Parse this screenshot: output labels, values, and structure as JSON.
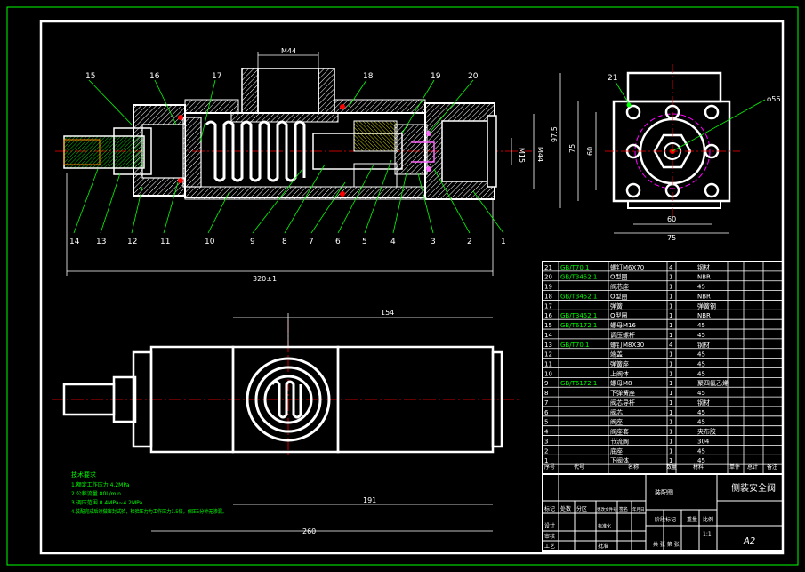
{
  "dims": {
    "m44_top": "M44",
    "len_320": "320±1",
    "m44_right": "M44",
    "g15_right": "M15",
    "h97_5": "97.5",
    "h75": "75",
    "h60": "60",
    "w60": "60",
    "w75": "75",
    "phi56": "φ56",
    "len_154": "154",
    "len_191": "191",
    "len_260": "260"
  },
  "callouts_top": [
    "15",
    "16",
    "17",
    "18",
    "19",
    "20"
  ],
  "callouts_bottom": [
    "14",
    "13",
    "12",
    "11",
    "10",
    "9",
    "8",
    "7",
    "6",
    "5",
    "4",
    "3",
    "2",
    "1"
  ],
  "callout_side": "21",
  "tech_notes": {
    "title": "技术要求",
    "lines": [
      "1.额定工作压力  4.2MPa",
      "2.公称流量  80L/min",
      "3.调压范围  0.4MPa~4.2MPa",
      "4.装配完成后须做密封试验，检验压力为工作压力1.5倍，保压5分钟无渗漏。"
    ]
  },
  "bom": [
    {
      "no": "21",
      "std": "GB/T70.1",
      "name": "螺钉M6X70",
      "qty": "4",
      "mat": "钢材"
    },
    {
      "no": "20",
      "std": "GB/T3452.1",
      "name": "O型圈",
      "qty": "1",
      "mat": "NBR"
    },
    {
      "no": "19",
      "std": "",
      "name": "阀芯座",
      "qty": "1",
      "mat": "45"
    },
    {
      "no": "18",
      "std": "GB/T3452.1",
      "name": "O型圈",
      "qty": "1",
      "mat": "NBR"
    },
    {
      "no": "17",
      "std": "",
      "name": "弹簧",
      "qty": "1",
      "mat": "弹簧钢"
    },
    {
      "no": "16",
      "std": "GB/T3452.1",
      "name": "O型圈",
      "qty": "1",
      "mat": "NBR"
    },
    {
      "no": "15",
      "std": "GB/T6172.1",
      "name": "螺母M16",
      "qty": "1",
      "mat": "45"
    },
    {
      "no": "14",
      "std": "",
      "name": "调压螺杆",
      "qty": "1",
      "mat": "45"
    },
    {
      "no": "13",
      "std": "GB/T70.1",
      "name": "螺钉M8X30",
      "qty": "4",
      "mat": "钢材"
    },
    {
      "no": "12",
      "std": "",
      "name": "端盖",
      "qty": "1",
      "mat": "45"
    },
    {
      "no": "11",
      "std": "",
      "name": "弹簧座",
      "qty": "1",
      "mat": "45"
    },
    {
      "no": "10",
      "std": "",
      "name": "上阀体",
      "qty": "1",
      "mat": "45"
    },
    {
      "no": "9",
      "std": "GB/T6172.1",
      "name": "螺母M8",
      "qty": "1",
      "mat": "聚四氟乙烯"
    },
    {
      "no": "8",
      "std": "",
      "name": "下弹簧座",
      "qty": "1",
      "mat": "45"
    },
    {
      "no": "7",
      "std": "",
      "name": "阀芯导杆",
      "qty": "1",
      "mat": "钢材"
    },
    {
      "no": "6",
      "std": "",
      "name": "阀芯",
      "qty": "1",
      "mat": "45"
    },
    {
      "no": "5",
      "std": "",
      "name": "阀座",
      "qty": "1",
      "mat": "45"
    },
    {
      "no": "4",
      "std": "",
      "name": "阀座套",
      "qty": "1",
      "mat": "夹布胶"
    },
    {
      "no": "3",
      "std": "",
      "name": "节流阀",
      "qty": "1",
      "mat": "304"
    },
    {
      "no": "2",
      "std": "",
      "name": "底座",
      "qty": "1",
      "mat": "45"
    },
    {
      "no": "1",
      "std": "",
      "name": "下阀体",
      "qty": "1",
      "mat": "45"
    }
  ],
  "bom_header": {
    "no": "序号",
    "std": "代号",
    "name": "名称",
    "qty": "数量",
    "mat": "材料",
    "w1": "单件",
    "w2": "总计",
    "note": "备注"
  },
  "title_block": {
    "drawing_title": "侧装安全阀",
    "sheet": "A2",
    "ratio_label": "比例",
    "scale": "1:1",
    "weight_label": "重量",
    "stage_label": "阶段标记",
    "sheet_label": "共  张  第  张",
    "row_labels": [
      "标记",
      "设计",
      "审核",
      "工艺"
    ],
    "row_labels2": [
      "处数",
      "标准化",
      "",
      "批准"
    ],
    "col_labels": [
      "分区",
      "更改文件号",
      "签名",
      "年月日"
    ],
    "school": "装配图"
  }
}
